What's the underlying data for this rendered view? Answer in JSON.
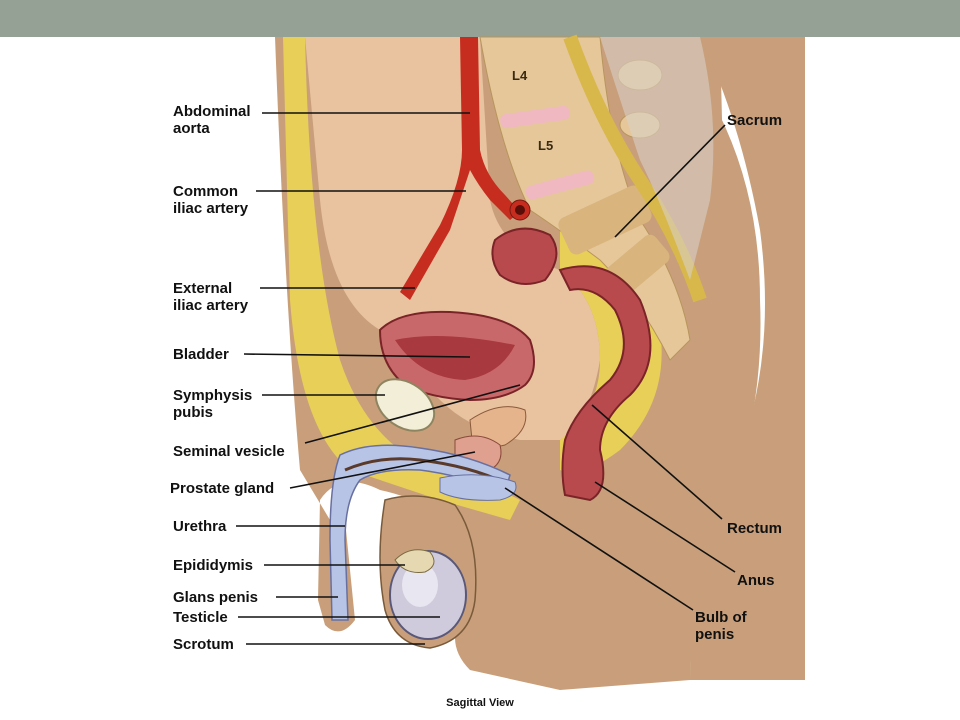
{
  "colors": {
    "top_bar": "#95a195",
    "skin": "#c89f7a",
    "fat": "#e8cf58",
    "cavity": "#e9c2a0",
    "artery": "#c62d1f",
    "muscle": "#b84a4e",
    "bone": "#e6c79a",
    "disc": "#f0b8c0",
    "urethra": "#b8c4e6",
    "testicle": "#cfcbdc"
  },
  "labels": {
    "abdominal_aorta": "Abdominal\naorta",
    "common_iliac_artery": "Common\niliac artery",
    "external_iliac_artery": "External\niliac artery",
    "bladder": "Bladder",
    "symphysis_pubis": "Symphysis\npubis",
    "seminal_vesicle": "Seminal vesicle",
    "prostate_gland": "Prostate gland",
    "urethra": "Urethra",
    "epididymis": "Epididymis",
    "glans_penis": "Glans penis",
    "testicle": "Testicle",
    "scrotum": "Scrotum",
    "sacrum": "Sacrum",
    "rectum": "Rectum",
    "anus": "Anus",
    "bulb_of_penis": "Bulb of\npenis"
  },
  "vertebrae": {
    "l4": "L4",
    "l5": "L5"
  },
  "caption": "Sagittal View"
}
